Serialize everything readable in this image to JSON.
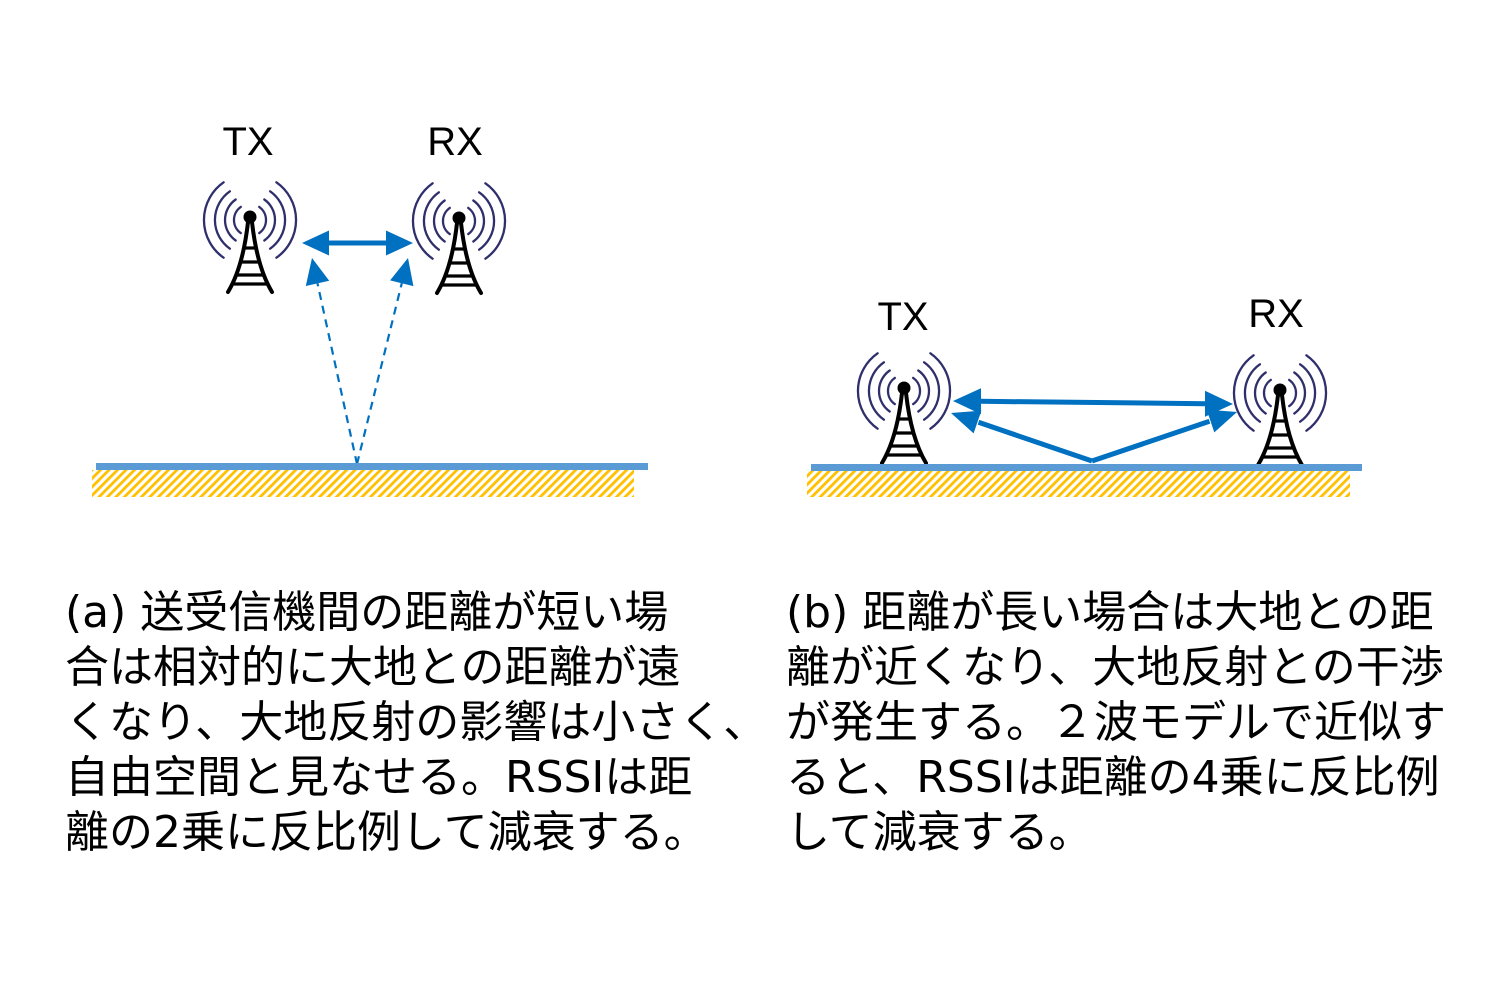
{
  "colors": {
    "arrow": "#0070C0",
    "ground_surface": "#5B9BD5",
    "ground_hatch": "#FFC000",
    "antenna_waves": "#2F2F6B",
    "antenna_tower": "#000000",
    "text": "#000000",
    "background": "#FFFFFF"
  },
  "icons": {
    "antenna": "antenna-tower-icon",
    "direct_path": "double-headed-arrow",
    "reflected_path": "arrow"
  },
  "panel_a": {
    "tx_label": "TX",
    "rx_label": "RX",
    "direct_path_style": "solid double-headed arrow",
    "reflection_path_style": "dashed arrows",
    "caption_lines": [
      "(a) 送受信機間の距離が短い場",
      "合は相対的に大地との距離が遠",
      "くなり、大地反射の影響は小さく、",
      "自由空間と見なせる。RSSIは距",
      "離の2乗に反比例して減衰する。"
    ]
  },
  "panel_b": {
    "tx_label": "TX",
    "rx_label": "RX",
    "direct_path_style": "solid double-headed arrow",
    "reflection_path_style": "solid arrows",
    "caption_lines": [
      "(b) 距離が長い場合は大地との距",
      "離が近くなり、大地反射との干渉",
      "が発生する。２波モデルで近似す",
      "ると、RSSIは距離の4乗に反比例",
      "して減衰する。"
    ]
  }
}
